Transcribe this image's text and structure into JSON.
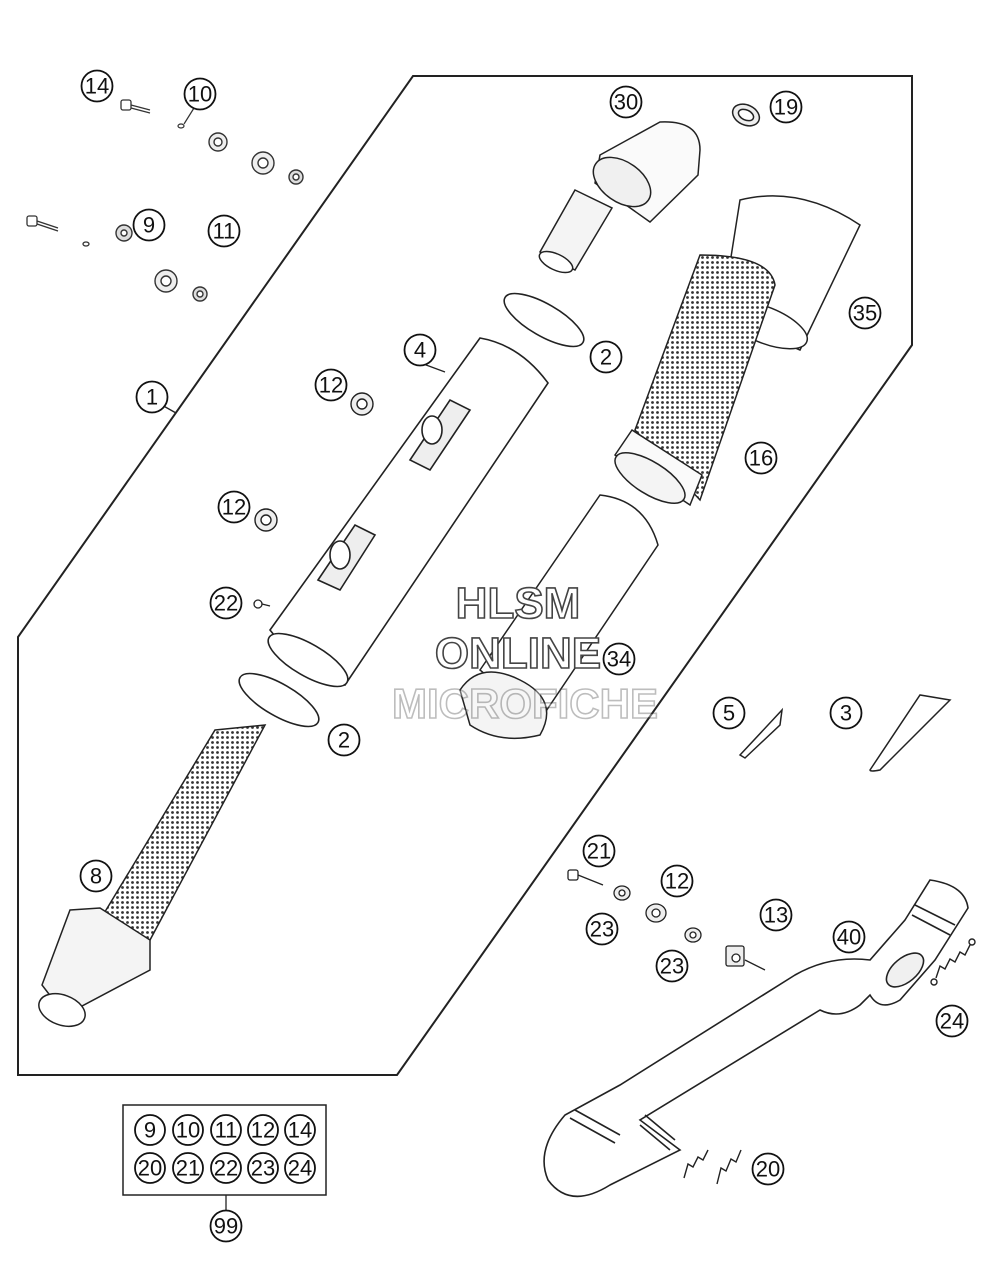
{
  "callouts": [
    {
      "id": "c-14-top",
      "label": "14"
    },
    {
      "id": "c-10-top",
      "label": "10"
    },
    {
      "id": "c-30",
      "label": "30"
    },
    {
      "id": "c-19",
      "label": "19"
    },
    {
      "id": "c-9-top",
      "label": "9"
    },
    {
      "id": "c-11-top",
      "label": "11"
    },
    {
      "id": "c-35",
      "label": "35"
    },
    {
      "id": "c-2-upper",
      "label": "2"
    },
    {
      "id": "c-4",
      "label": "4"
    },
    {
      "id": "c-12-upper",
      "label": "12"
    },
    {
      "id": "c-1",
      "label": "1"
    },
    {
      "id": "c-16",
      "label": "16"
    },
    {
      "id": "c-12-mid",
      "label": "12"
    },
    {
      "id": "c-22-mid",
      "label": "22"
    },
    {
      "id": "c-34",
      "label": "34"
    },
    {
      "id": "c-5",
      "label": "5"
    },
    {
      "id": "c-3",
      "label": "3"
    },
    {
      "id": "c-2-lower",
      "label": "2"
    },
    {
      "id": "c-8",
      "label": "8"
    },
    {
      "id": "c-21-mid",
      "label": "21"
    },
    {
      "id": "c-12-lower",
      "label": "12"
    },
    {
      "id": "c-13",
      "label": "13"
    },
    {
      "id": "c-23-a",
      "label": "23"
    },
    {
      "id": "c-40",
      "label": "40"
    },
    {
      "id": "c-23-b",
      "label": "23"
    },
    {
      "id": "c-24-mid",
      "label": "24"
    },
    {
      "id": "c-20-mid",
      "label": "20"
    },
    {
      "id": "c-99",
      "label": "99"
    }
  ],
  "kit_box": {
    "row1": [
      "9",
      "10",
      "11",
      "12",
      "14"
    ],
    "row2": [
      "20",
      "21",
      "22",
      "23",
      "24"
    ]
  },
  "watermark": {
    "line1": "HLSM",
    "line2": "ONLINE",
    "line3": "MICROFICHE"
  }
}
